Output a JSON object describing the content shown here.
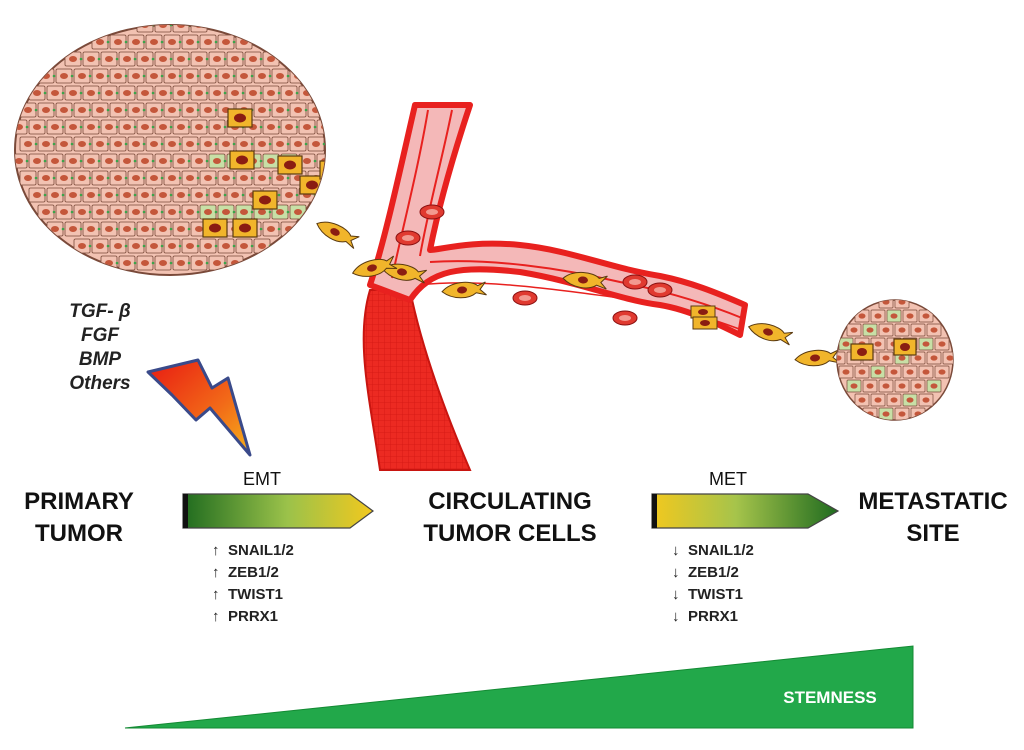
{
  "stages": {
    "primary": [
      "PRIMARY",
      "TUMOR"
    ],
    "circulating": [
      "CIRCULATING",
      "TUMOR CELLS"
    ],
    "metastatic": [
      "METASTATIC",
      "SITE"
    ]
  },
  "factors": [
    "TGF- β",
    "FGF",
    "BMP",
    "Others"
  ],
  "emt": {
    "label": "EMT",
    "genes": [
      {
        "arrow": "↑",
        "name": "SNAIL1/2"
      },
      {
        "arrow": "↑",
        "name": "ZEB1/2"
      },
      {
        "arrow": "↑",
        "name": "TWIST1"
      },
      {
        "arrow": "↑",
        "name": "PRRX1"
      }
    ]
  },
  "met": {
    "label": "MET",
    "genes": [
      {
        "arrow": "↓",
        "name": "SNAIL1/2"
      },
      {
        "arrow": "↓",
        "name": "ZEB1/2"
      },
      {
        "arrow": "↓",
        "name": "TWIST1"
      },
      {
        "arrow": "↓",
        "name": "PRRX1"
      }
    ]
  },
  "stemness_label": "STEMNESS",
  "colors": {
    "cell_fill": "#f2c2b2",
    "cell_stroke": "#7a4a3a",
    "nucleus": "#c4573b",
    "mesenchymal": "#f1b52b",
    "green_cell": "#c8dfa6",
    "vessel": "#e8211f",
    "vessel_inner": "#f4b8b8",
    "stemness": "#22a84a"
  }
}
